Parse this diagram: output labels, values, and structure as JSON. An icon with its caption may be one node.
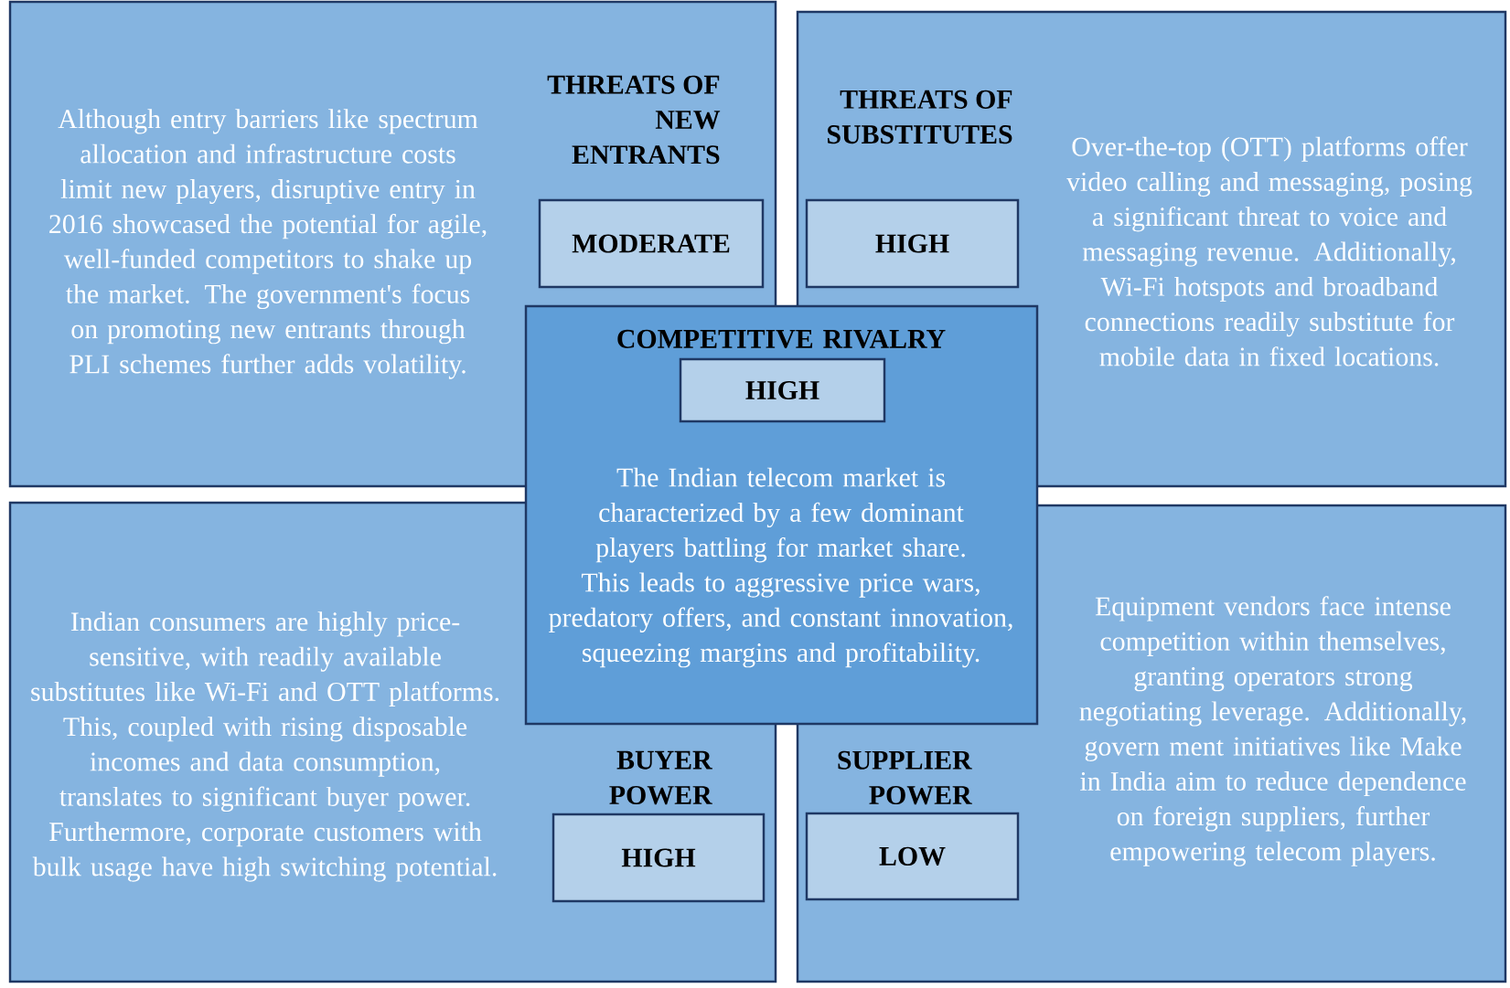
{
  "diagram": {
    "nodes": [
      {
        "text": [
          "Although entry barriers like spectrum allocation and infrastructure costs limit new players, disruptive entry in 2016 showcased the potential for agile, well-funded competitors to shake up the market. The government's focus on promoting new entrants through PLI schemes further adds volatility.",
          "THREATS OF NEW ENTRANTS"
        ]
      },
      {
        "text": [
          "MODERATE"
        ],
        "in": 0
      },
      {
        "text": [
          "THREATS OF SUBSTITUTES",
          "Over-the-top (OTT) platforms offer video calling and messaging, posing a significant threat to voice and messaging revenue. Additionally, Wi-Fi hotspots and broadband connections readily substitute for mobile data in fixed locations."
        ]
      },
      {
        "text": [
          "HIGH"
        ],
        "in": 2
      },
      {
        "text": [
          "Indian consumers are highly price-sensitive, with readily available substitutes like Wi-Fi and OTT platforms. This, coupled with rising disposable incomes and data consumption, translates to significant buyer power. Furthermore, corporate customers with bulk usage have high switching potential.",
          "BUYER POWER"
        ]
      },
      {
        "text": [
          "HIGH"
        ],
        "in": 4
      },
      {
        "text": [
          "SUPPLIER POWER",
          "Equipment vendors face intense competition within themselves, granting operators strong negotiating leverage. Additionally, govern ment initiatives like Make in India aim to reduce dependence on foreign suppliers, further empowering telecom players."
        ]
      },
      {
        "text": [
          "LOW"
        ],
        "in": 6
      },
      {
        "text": [
          "COMPETITIVE RIVALRY",
          "The Indian telecom market is characterized by a few dominant players battling for market share. This leads to aggressive price wars, predatory offers, and constant innovation, squeezing margins and profitability."
        ]
      },
      {
        "text": [
          "HIGH"
        ],
        "in": 8
      }
    ]
  }
}
